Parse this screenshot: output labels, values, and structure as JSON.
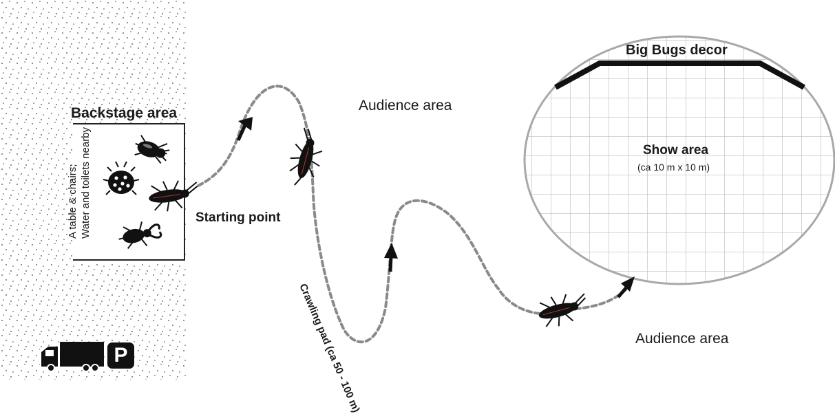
{
  "backstage": {
    "title": "Backstage area",
    "note_line1": "A table & chairs;",
    "note_line2": "Water and toilets nearby"
  },
  "route": {
    "start_label": "Starting point",
    "pad_label": "Crawling pad (ca 50 - 100 m)"
  },
  "audience": {
    "upper_label": "Audience area",
    "lower_label": "Audience area"
  },
  "show": {
    "title": "Show area",
    "size": "(ca 10 m x 10 m)",
    "decor_label": "Big Bugs decor"
  },
  "parking": {
    "sign": "P"
  },
  "icons": [
    "truck-icon",
    "parking-icon",
    "beetle-icon",
    "ladybug-icon",
    "stag-beetle-icon",
    "cockroach-icon"
  ],
  "colors": {
    "path": "#8a8a8a",
    "insect": "#111111",
    "grid": "#bdbdbd",
    "oval_border": "#a8a8a8",
    "stipple": "#444444"
  }
}
